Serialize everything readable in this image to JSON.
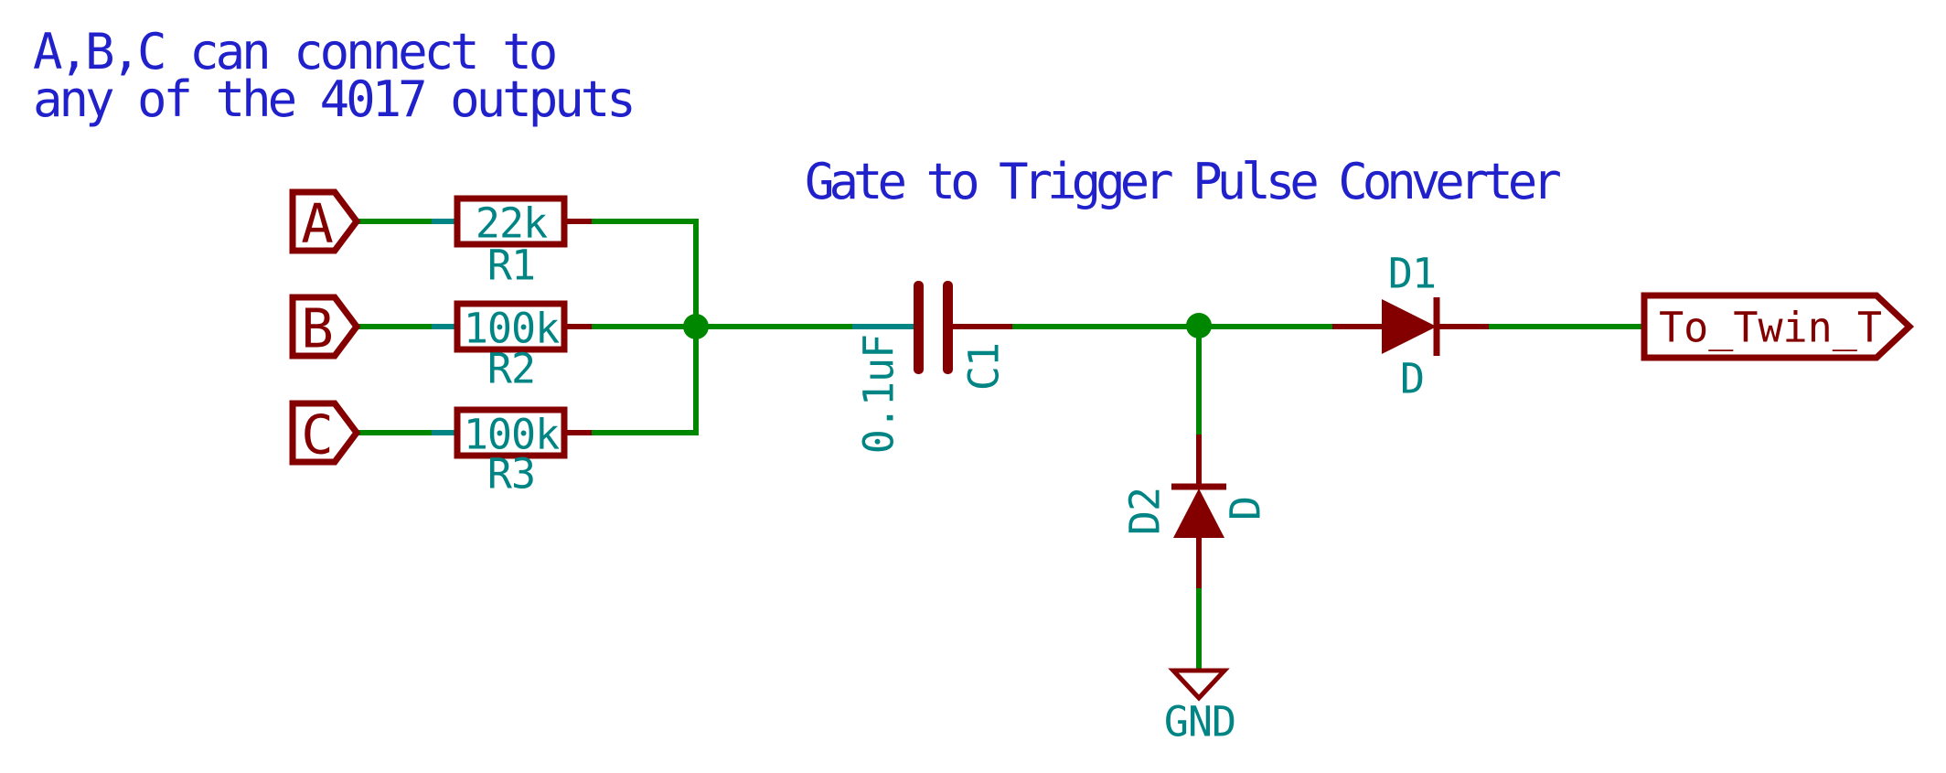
{
  "colors": {
    "wire": "#008700",
    "component": "#840000",
    "field": "#008484",
    "note": "#2121CC",
    "background": "#FFFFFF"
  },
  "annotations": {
    "note_line1": "A,B,C can connect to",
    "note_line2": "any of the 4017 outputs",
    "title": "Gate to Trigger Pulse Converter"
  },
  "hier_labels": {
    "a": "A",
    "b": "B",
    "c": "C",
    "output": "To_Twin_T"
  },
  "components": {
    "r1": {
      "ref": "R1",
      "value": "22k"
    },
    "r2": {
      "ref": "R2",
      "value": "100k"
    },
    "r3": {
      "ref": "R3",
      "value": "100k"
    },
    "c1": {
      "ref": "C1",
      "value": "0.1uF"
    },
    "d1": {
      "ref": "D1",
      "value": "D"
    },
    "d2": {
      "ref": "D2",
      "value": "D"
    },
    "gnd": {
      "label": "GND"
    }
  }
}
